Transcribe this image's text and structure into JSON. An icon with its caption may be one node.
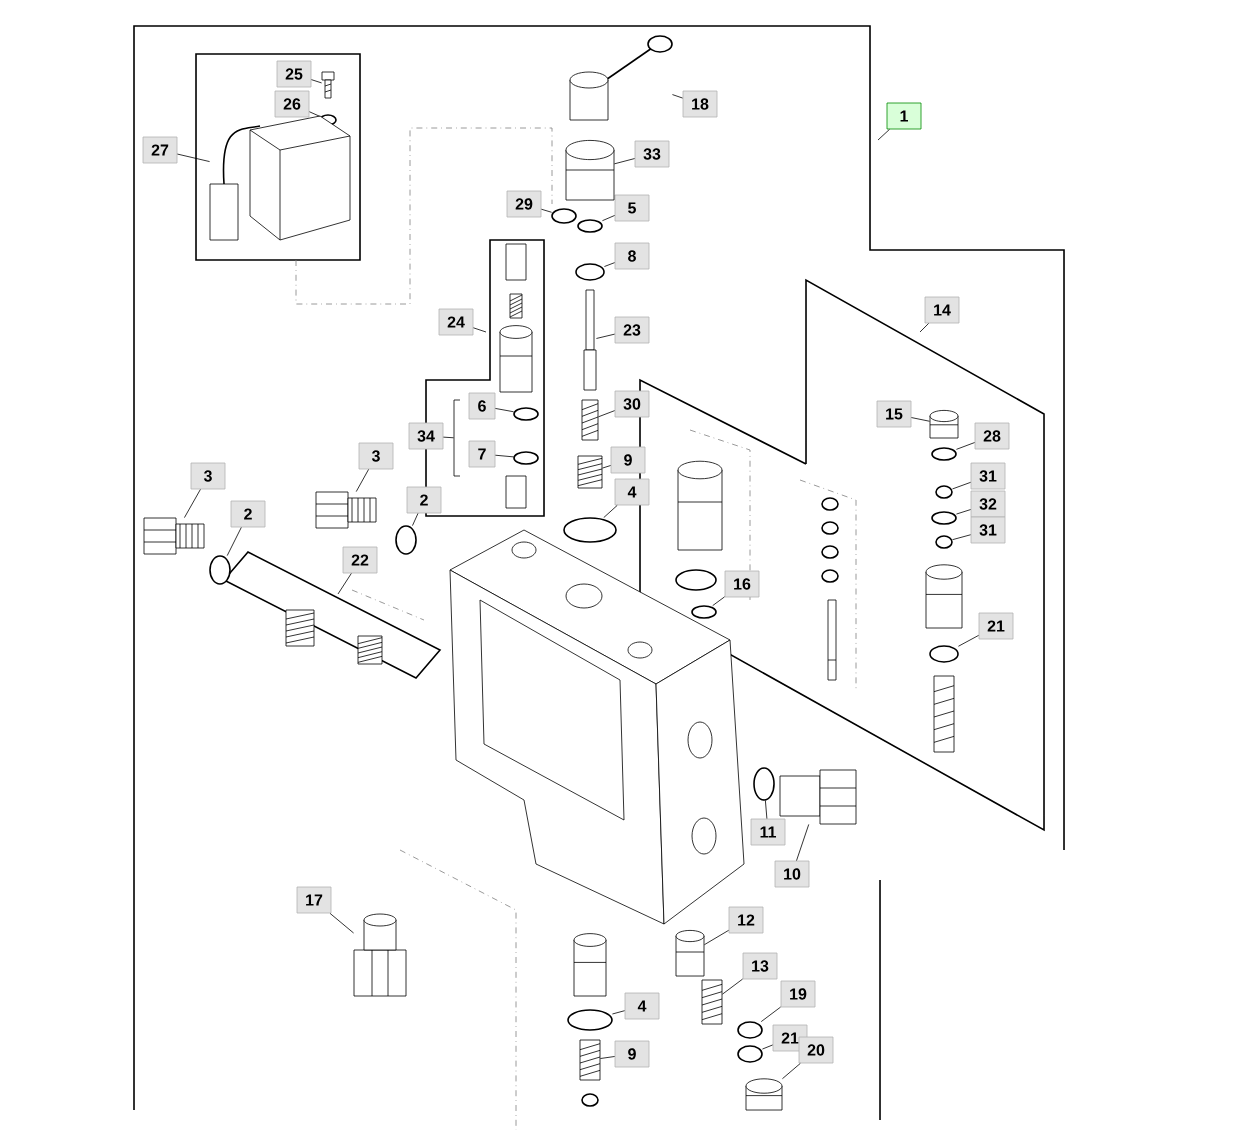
{
  "diagram": {
    "nodes": [
      {
        "text": [
          "25"
        ]
      },
      {
        "text": [
          "26"
        ]
      },
      {
        "text": [
          "18"
        ]
      },
      {
        "text": [
          "1"
        ]
      },
      {
        "text": [
          "27"
        ]
      },
      {
        "text": [
          "33"
        ]
      },
      {
        "text": [
          "29"
        ]
      },
      {
        "text": [
          "5"
        ]
      },
      {
        "text": [
          "8"
        ]
      },
      {
        "text": [
          "14"
        ]
      },
      {
        "text": [
          "24"
        ]
      },
      {
        "text": [
          "23"
        ]
      },
      {
        "text": [
          "6"
        ]
      },
      {
        "text": [
          "30"
        ]
      },
      {
        "text": [
          "15"
        ]
      },
      {
        "text": [
          "34"
        ]
      },
      {
        "text": [
          "28"
        ]
      },
      {
        "text": [
          "7"
        ]
      },
      {
        "text": [
          "9"
        ]
      },
      {
        "text": [
          "3"
        ]
      },
      {
        "text": [
          "31"
        ]
      },
      {
        "text": [
          "4"
        ]
      },
      {
        "text": [
          "3"
        ]
      },
      {
        "text": [
          "32"
        ]
      },
      {
        "text": [
          "2"
        ]
      },
      {
        "text": [
          "2"
        ]
      },
      {
        "text": [
          "31"
        ]
      },
      {
        "text": [
          "22"
        ]
      },
      {
        "text": [
          "16"
        ]
      },
      {
        "text": [
          "21"
        ]
      },
      {
        "text": [
          "11"
        ]
      },
      {
        "text": [
          "10"
        ]
      },
      {
        "text": [
          "17"
        ]
      },
      {
        "text": [
          "12"
        ]
      },
      {
        "text": [
          "13"
        ]
      },
      {
        "text": [
          "4"
        ]
      },
      {
        "text": [
          "19"
        ]
      },
      {
        "text": [
          "21"
        ]
      },
      {
        "text": [
          "9"
        ]
      },
      {
        "text": [
          "20"
        ]
      },
      {
        "text": [],
        "shape": "picture"
      },
      {
        "text": [],
        "shape": "circle"
      },
      {
        "text": [],
        "shape": "picture"
      },
      {
        "text": [],
        "shape": "picture"
      },
      {
        "text": [],
        "shape": "picture"
      },
      {
        "text": [],
        "shape": "circle"
      },
      {
        "text": [],
        "shape": "circle"
      },
      {
        "text": [],
        "shape": "circle"
      },
      {
        "text": [],
        "shape": "picture"
      },
      {
        "text": [],
        "shape": "circle"
      },
      {
        "text": [],
        "shape": "picture"
      },
      {
        "text": [],
        "shape": "picture"
      },
      {
        "text": [],
        "shape": "circle"
      },
      {
        "text": [],
        "shape": "circle"
      },
      {
        "text": [],
        "shape": "picture"
      },
      {
        "text": [],
        "shape": "picture"
      },
      {
        "text": [],
        "shape": "circle"
      },
      {
        "text": [],
        "shape": "circle"
      },
      {
        "text": [],
        "shape": "picture"
      },
      {
        "text": [],
        "shape": "circle"
      },
      {
        "text": [],
        "shape": "circle"
      },
      {
        "text": [],
        "shape": "circle"
      },
      {
        "text": [],
        "shape": "circle"
      },
      {
        "text": [],
        "shape": "circle"
      },
      {
        "text": [],
        "shape": "circle"
      },
      {
        "text": [],
        "shape": "circle"
      },
      {
        "text": [],
        "shape": "picture"
      },
      {
        "text": [],
        "shape": "picture"
      },
      {
        "text": [],
        "shape": "picture"
      },
      {
        "text": [],
        "shape": "picture"
      },
      {
        "text": [],
        "shape": "circle"
      },
      {
        "text": [],
        "shape": "circle"
      },
      {
        "text": [],
        "shape": "circle"
      },
      {
        "text": [],
        "shape": "picture"
      },
      {
        "text": [],
        "shape": "picture"
      },
      {
        "text": [],
        "shape": "box"
      },
      {
        "text": [],
        "shape": "picture"
      },
      {
        "text": [],
        "shape": "picture"
      },
      {
        "text": [],
        "shape": "box"
      },
      {
        "text": [],
        "shape": "picture"
      },
      {
        "text": [],
        "shape": "picture"
      },
      {
        "text": [],
        "shape": "picture"
      },
      {
        "text": [],
        "shape": "picture"
      },
      {
        "text": [],
        "shape": "circle"
      },
      {
        "text": [],
        "shape": "circle"
      },
      {
        "text": [],
        "shape": "circle"
      },
      {
        "text": [],
        "shape": "circle"
      },
      {
        "text": [],
        "shape": "circle"
      },
      {
        "text": [],
        "shape": "picture"
      },
      {
        "text": [],
        "shape": "picture"
      },
      {
        "text": [],
        "shape": "picture"
      },
      {
        "text": [],
        "shape": "picture"
      },
      {
        "text": [],
        "shape": "circle"
      },
      {
        "text": [],
        "shape": "bar"
      }
    ],
    "edges": [
      {
        "from": 0,
        "to": 40,
        "arrow": "none"
      },
      {
        "from": 1,
        "to": 41,
        "arrow": "none"
      },
      {
        "from": 2,
        "to": 42,
        "arrow": "none"
      },
      {
        "from": 3,
        "to": null,
        "arrow": "none"
      },
      {
        "from": 4,
        "to": 43,
        "arrow": "none"
      },
      {
        "from": 5,
        "to": 44,
        "arrow": "none"
      },
      {
        "from": 6,
        "to": 45,
        "arrow": "none"
      },
      {
        "from": 7,
        "to": 46,
        "arrow": "none"
      },
      {
        "from": 8,
        "to": 47,
        "arrow": "none"
      },
      {
        "from": 9,
        "to": null,
        "arrow": "none"
      },
      {
        "from": 10,
        "to": null,
        "arrow": "none"
      },
      {
        "from": 11,
        "to": 48,
        "arrow": "none"
      },
      {
        "from": 12,
        "to": 49,
        "arrow": "none"
      },
      {
        "from": 13,
        "to": 50,
        "arrow": "none"
      },
      {
        "from": 14,
        "to": 51,
        "arrow": "none"
      },
      {
        "from": 15,
        "to": 93,
        "arrow": "none"
      },
      {
        "from": 16,
        "to": 52,
        "arrow": "none"
      },
      {
        "from": 17,
        "to": 53,
        "arrow": "none"
      },
      {
        "from": 18,
        "to": 54,
        "arrow": "none"
      },
      {
        "from": 19,
        "to": 55,
        "arrow": "none"
      },
      {
        "from": 20,
        "to": 56,
        "arrow": "none"
      },
      {
        "from": 21,
        "to": 57,
        "arrow": "none"
      },
      {
        "from": 22,
        "to": 58,
        "arrow": "none"
      },
      {
        "from": 23,
        "to": 59,
        "arrow": "none"
      },
      {
        "from": 24,
        "to": 60,
        "arrow": "none"
      },
      {
        "from": 25,
        "to": 61,
        "arrow": "none"
      },
      {
        "from": 26,
        "to": 62,
        "arrow": "none"
      },
      {
        "from": 27,
        "to": null,
        "arrow": "none"
      },
      {
        "from": 28,
        "to": 63,
        "arrow": "none"
      },
      {
        "from": 29,
        "to": 64,
        "arrow": "none"
      },
      {
        "from": 30,
        "to": 65,
        "arrow": "none"
      },
      {
        "from": 31,
        "to": 66,
        "arrow": "none"
      },
      {
        "from": 32,
        "to": 67,
        "arrow": "none"
      },
      {
        "from": 33,
        "to": 68,
        "arrow": "none"
      },
      {
        "from": 34,
        "to": 69,
        "arrow": "none"
      },
      {
        "from": 35,
        "to": 70,
        "arrow": "none"
      },
      {
        "from": 36,
        "to": 71,
        "arrow": "none"
      },
      {
        "from": 37,
        "to": 72,
        "arrow": "none"
      },
      {
        "from": 38,
        "to": 73,
        "arrow": "none"
      },
      {
        "from": 39,
        "to": 74,
        "arrow": "none"
      }
    ]
  }
}
